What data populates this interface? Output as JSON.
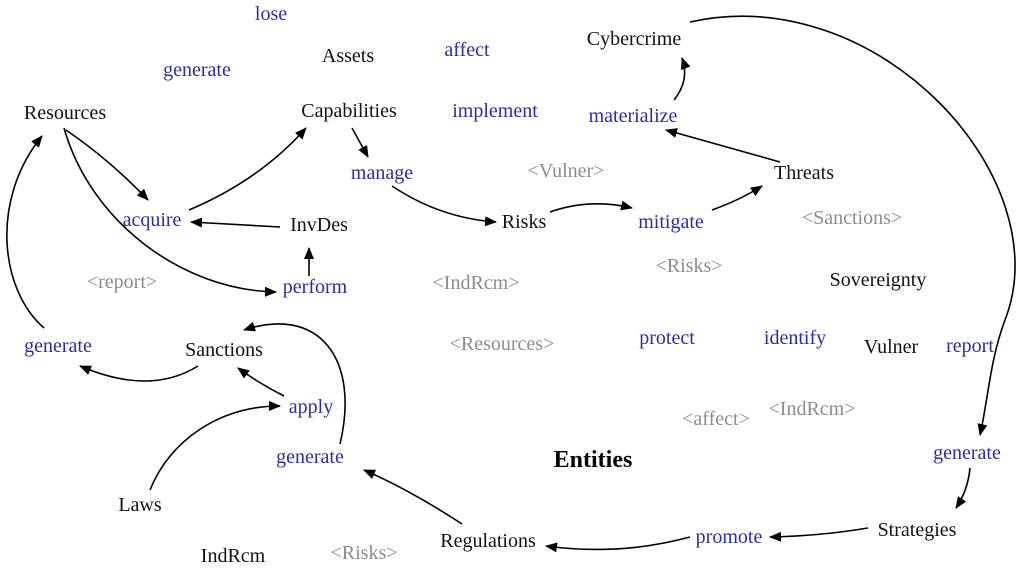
{
  "colors": {
    "noun": "#111111",
    "verb": "#2e2e9e",
    "shadow": "#8c8c8c",
    "arrow": "#000000",
    "background": "#ffffff"
  },
  "labels": {
    "lose": "lose",
    "assets": "Assets",
    "affect": "affect",
    "generate_top": "generate",
    "resources": "Resources",
    "capabilities": "Capabilities",
    "implement": "implement",
    "cybercrime": "Cybercrime",
    "materialize": "materialize",
    "manage": "manage",
    "vulner_shadow": "<Vulner>",
    "threats": "Threats",
    "acquire": "acquire",
    "invdes": "InvDes",
    "risks": "Risks",
    "mitigate": "mitigate",
    "sanctions_shadow": "<Sanctions>",
    "report_shadow": "<report>",
    "perform": "perform",
    "indrcm_shadow_mid": "<IndRcm>",
    "risks_shadow_mid": "<Risks>",
    "sovereignty": "Sovereignty",
    "generate_left": "generate",
    "sanctions": "Sanctions",
    "resources_shadow": "<Resources>",
    "protect": "protect",
    "identify": "identify",
    "vulner": "Vulner",
    "report": "report",
    "apply": "apply",
    "affect_shadow": "<affect>",
    "indrcm_shadow_right": "<IndRcm>",
    "generate_mid": "generate",
    "entities": "Entities",
    "generate_right": "generate",
    "laws": "Laws",
    "strategies": "Strategies",
    "promote": "promote",
    "regulations": "Regulations",
    "indrcm": "IndRcm",
    "risks_shadow_bottom": "<Risks>"
  }
}
